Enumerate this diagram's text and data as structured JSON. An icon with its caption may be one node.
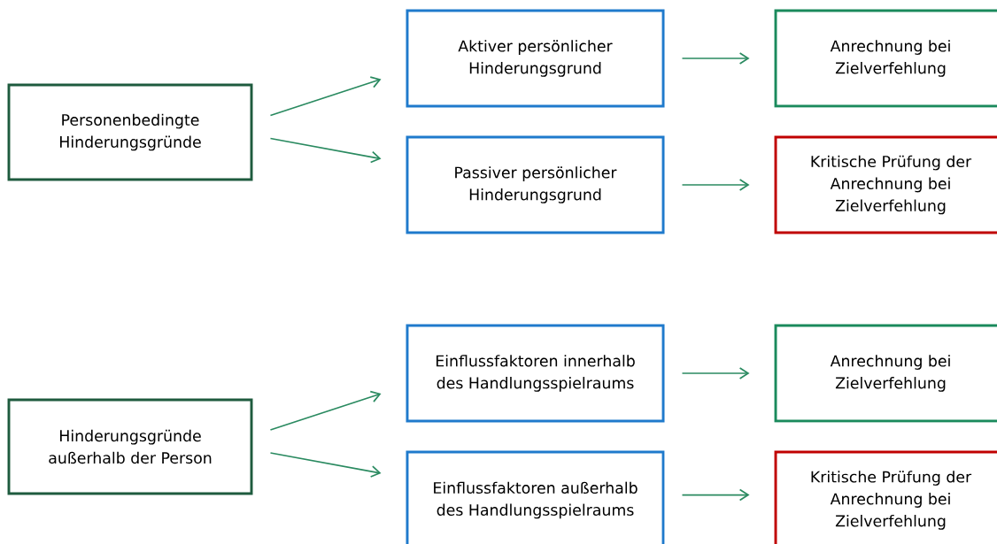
{
  "diagram": {
    "nodes": [
      {
        "text": [
          "Personenbedingte Hinderungsgründe"
        ]
      },
      {
        "text": [
          "Aktiver persönlicher Hinderungsgrund"
        ]
      },
      {
        "text": [
          "Anrechnung bei Zielverfehlung"
        ]
      },
      {
        "text": [
          "Passiver persönlicher Hinderungsgrund"
        ]
      },
      {
        "text": [
          "Kritische Prüfung der Anrechnung bei Zielverfehlung"
        ]
      },
      {
        "text": [
          "Hinderungsgründe außerhalb der Person"
        ]
      },
      {
        "text": [
          "Einflussfaktoren innerhalb des Handlungsspielraums"
        ]
      },
      {
        "text": [
          "Anrechnung bei Zielverfehlung"
        ]
      },
      {
        "text": [
          "Einflussfaktoren außerhalb des Handlungsspielraums"
        ]
      },
      {
        "text": [
          "Kritische Prüfung der Anrechnung bei Zielverfehlung"
        ]
      }
    ],
    "edges": [
      {
        "from": 0,
        "to": 1,
        "arrow": "to"
      },
      {
        "from": 0,
        "to": 3,
        "arrow": "to"
      },
      {
        "from": 1,
        "to": 2,
        "arrow": "to"
      },
      {
        "from": 3,
        "to": 4,
        "arrow": "to"
      },
      {
        "from": 5,
        "to": 6,
        "arrow": "to"
      },
      {
        "from": 5,
        "to": 8,
        "arrow": "to"
      },
      {
        "from": 6,
        "to": 7,
        "arrow": "to"
      },
      {
        "from": 8,
        "to": 9,
        "arrow": "to"
      }
    ]
  }
}
